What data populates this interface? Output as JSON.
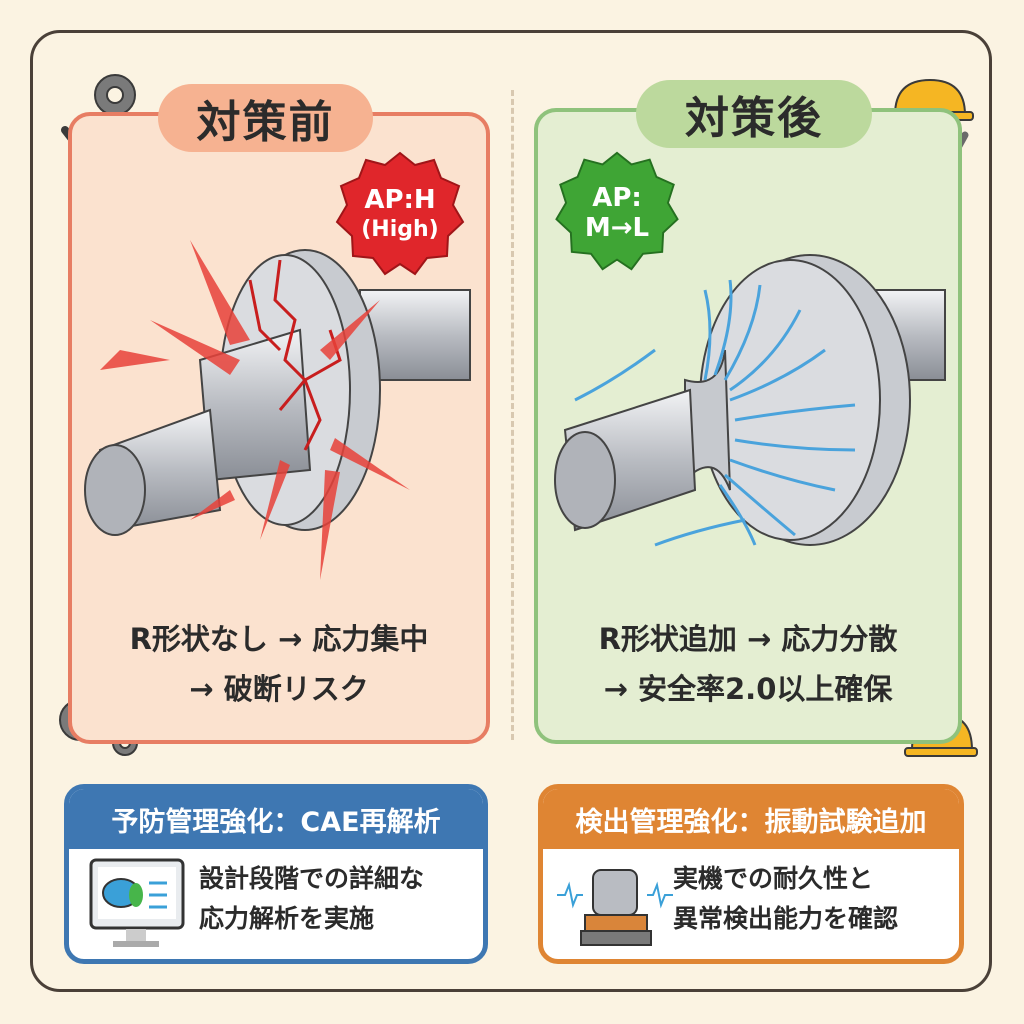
{
  "before": {
    "title": "対策前",
    "badge": {
      "line1": "AP:H",
      "line2": "(High)",
      "color": "#e0262b"
    },
    "caption": {
      "line1": "R形状なし → 応力集中",
      "line2": "→ 破断リスク"
    }
  },
  "after": {
    "title": "対策後",
    "badge": {
      "line1": "AP:",
      "line2": "M→L",
      "color": "#3fa535"
    },
    "caption": {
      "line1": "R形状追加 → 応力分散",
      "line2": "→ 安全率2.0以上確保"
    }
  },
  "prevention": {
    "title": "予防管理強化：CAE再解析",
    "line1": "設計段階での詳細な",
    "line2": "応力解析を実施"
  },
  "detection": {
    "title": "検出管理強化：振動試験追加",
    "line1": "実機での耐久性と",
    "line2": "異常検出能力を確認"
  }
}
